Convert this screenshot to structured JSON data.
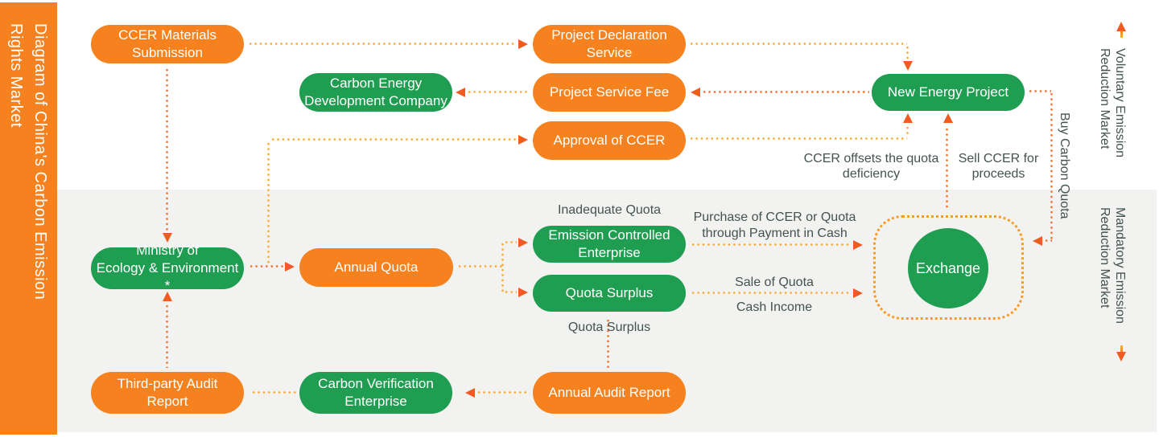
{
  "sidebar": {
    "title": "Diagram of China's Carbon Emission\nRights Market"
  },
  "boxes": {
    "ccer_materials": {
      "label": "CCER Materials\nSubmission"
    },
    "project_declaration": {
      "label": "Project Declaration\nService"
    },
    "carbon_energy_dev": {
      "label": "Carbon Energy\nDevelopment Company"
    },
    "project_service_fee": {
      "label": "Project Service Fee"
    },
    "approval_ccer": {
      "label": "Approval of CCER"
    },
    "new_energy_project": {
      "label": "New Energy Project"
    },
    "ministry": {
      "label": "Ministry of\nEcology & Environment *"
    },
    "annual_quota": {
      "label": "Annual Quota"
    },
    "emission_controlled": {
      "label": "Emission Controlled\nEnterprise"
    },
    "quota_surplus": {
      "label": "Quota Surplus"
    },
    "third_party": {
      "label": "Third-party Audit\nReport"
    },
    "carbon_verification": {
      "label": "Carbon Verification\nEnterprise"
    },
    "annual_audit": {
      "label": "Annual Audit Report"
    },
    "exchange": {
      "label": "Exchange"
    }
  },
  "annotations": {
    "inadequate_quota": "Inadequate Quota",
    "purchase": "Purchase of CCER or Quota\nthrough Payment in Cash",
    "sale_of_quota": "Sale of Quota",
    "cash_income": "Cash Income",
    "ccer_offsets": "CCER offsets the quota\ndeficiency",
    "sell_ccer": "Sell CCER for\nproceeds",
    "quota_surplus_note": "Quota Surplus",
    "buy_carbon_quota": "Buy Carbon Quota"
  },
  "markets": {
    "voluntary": "Voluntary Emission\nReduction Market",
    "mandatory": "Mandatory Emission\nReduction Market"
  },
  "colors": {
    "accent_orange": "#f5821f",
    "accent_green": "#1f9d50",
    "line_yellow": "#f9ab31",
    "line_orange": "#f4702a",
    "arrowhead": "#f15b22",
    "note_text": "#44534e",
    "section_bg": "#f2f2f0"
  }
}
